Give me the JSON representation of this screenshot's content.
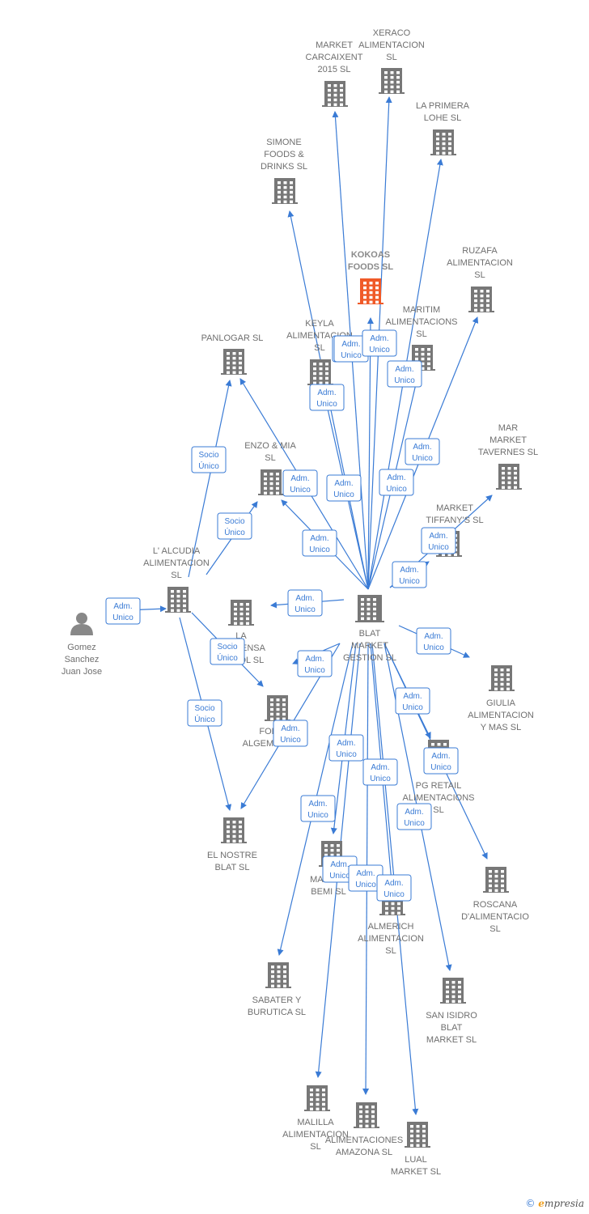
{
  "colors": {
    "edge": "#3a7bd5",
    "building": "#777777",
    "focus": "#f05a28",
    "person": "#888888"
  },
  "nodes": [
    {
      "id": "center",
      "label": [
        "BLAT",
        "MARKET",
        "GESTION  SL"
      ],
      "kind": "building"
    },
    {
      "id": "kokoas",
      "label": [
        "KOKOAS",
        "FOODS  SL"
      ],
      "kind": "focus"
    },
    {
      "id": "xeraco",
      "label": [
        "XERACO",
        "ALIMENTACION",
        "SL"
      ],
      "kind": "building"
    },
    {
      "id": "market_carcaixent",
      "label": [
        "MARKET",
        "CARCAIXENT",
        "2015  SL"
      ],
      "kind": "building"
    },
    {
      "id": "primera_lohe",
      "label": [
        "LA PRIMERA",
        "LOHE  SL"
      ],
      "kind": "building"
    },
    {
      "id": "simone",
      "label": [
        "SIMONE",
        "FOODS &",
        "DRINKS  SL"
      ],
      "kind": "building"
    },
    {
      "id": "ruzafa",
      "label": [
        "RUZAFA",
        "ALIMENTACION",
        "SL"
      ],
      "kind": "building"
    },
    {
      "id": "maritim",
      "label": [
        "MARITIM",
        "ALIMENTACIONS",
        "SL"
      ],
      "kind": "building"
    },
    {
      "id": "keyla",
      "label": [
        "KEYLA",
        "ALIMENTACION",
        "SL"
      ],
      "kind": "building"
    },
    {
      "id": "panlogar",
      "label": [
        "PANLOGAR  SL"
      ],
      "kind": "building"
    },
    {
      "id": "enzo",
      "label": [
        "ENZO & MIA",
        "SL"
      ],
      "kind": "building"
    },
    {
      "id": "mar_market",
      "label": [
        "MAR",
        "MARKET",
        "TAVERNES  SL"
      ],
      "kind": "building"
    },
    {
      "id": "tiffany",
      "label": [
        "MARKET",
        "TIFFANY'S  SL"
      ],
      "kind": "building"
    },
    {
      "id": "alcudia",
      "label": [
        "L' ALCUDIA",
        "ALIMENTACION",
        "SL"
      ],
      "kind": "building"
    },
    {
      "id": "gomez",
      "label": [
        "Gomez",
        "Sanchez",
        "Juan Jose"
      ],
      "kind": "person"
    },
    {
      "id": "despensa",
      "label": [
        "LA",
        "DESPENSA",
        "DE SOL  SL"
      ],
      "kind": "building"
    },
    {
      "id": "giulia",
      "label": [
        "GIULIA",
        "ALIMENTACION",
        "Y MAS  SL"
      ],
      "kind": "building"
    },
    {
      "id": "fornalgemesi",
      "label": [
        "FORN",
        "ALGEMESI  SL"
      ],
      "kind": "building"
    },
    {
      "id": "pg_retail",
      "label": [
        "PG RETAIL",
        "ALIMENTACIONS",
        "SL"
      ],
      "kind": "building"
    },
    {
      "id": "nostre_blat",
      "label": [
        "EL NOSTRE",
        "BLAT  SL"
      ],
      "kind": "building"
    },
    {
      "id": "market_bemi",
      "label": [
        "MARKET",
        "BEMI  SL"
      ],
      "kind": "building"
    },
    {
      "id": "roscana",
      "label": [
        "ROSCANA",
        "D'ALIMENTACIO",
        "SL"
      ],
      "kind": "building"
    },
    {
      "id": "almerich",
      "label": [
        "ALMERICH",
        "ALIMENTACION",
        "SL"
      ],
      "kind": "building"
    },
    {
      "id": "sabater",
      "label": [
        "SABATER Y",
        "BURUTICA  SL"
      ],
      "kind": "building"
    },
    {
      "id": "san_isidro",
      "label": [
        "SAN ISIDRO",
        "BLAT",
        "MARKET  SL"
      ],
      "kind": "building"
    },
    {
      "id": "malilla",
      "label": [
        "MALILLA",
        "ALIMENTACION",
        "SL"
      ],
      "kind": "building"
    },
    {
      "id": "amazona",
      "label": [
        "ALIMENTACIONES",
        "AMAZONA  SL"
      ],
      "kind": "building"
    },
    {
      "id": "lual",
      "label": [
        "LUAL",
        "MARKET  SL"
      ],
      "kind": "building"
    }
  ],
  "edges": [
    {
      "from": "center",
      "to": "market_carcaixent",
      "label": [
        "Adm.",
        "Unico"
      ]
    },
    {
      "from": "center",
      "to": "xeraco",
      "label": [
        "Adm.",
        "Unico"
      ]
    },
    {
      "from": "center",
      "to": "primera_lohe",
      "label": [
        "Adm.",
        "Unico"
      ]
    },
    {
      "from": "center",
      "to": "simone",
      "label": [
        "Adm.",
        "Unico"
      ]
    },
    {
      "from": "center",
      "to": "kokoas",
      "label": [
        "Adm.",
        "Unico"
      ]
    },
    {
      "from": "center",
      "to": "ruzafa",
      "label": [
        "Adm.",
        "Unico"
      ]
    },
    {
      "from": "center",
      "to": "maritim",
      "label": [
        "Adm.",
        "Unico"
      ]
    },
    {
      "from": "center",
      "to": "keyla",
      "label": [
        "Adm.",
        "Unico"
      ]
    },
    {
      "from": "center",
      "to": "panlogar",
      "label": [
        "Adm.",
        "Unico"
      ]
    },
    {
      "from": "center",
      "to": "enzo",
      "label": [
        "Adm.",
        "Unico"
      ]
    },
    {
      "from": "center",
      "to": "mar_market",
      "label": [
        "Adm.",
        "Unico"
      ]
    },
    {
      "from": "center",
      "to": "tiffany",
      "label": [
        "Adm.",
        "Unico"
      ]
    },
    {
      "from": "center",
      "to": "despensa",
      "label": [
        "Adm.",
        "Unico"
      ]
    },
    {
      "from": "center",
      "to": "giulia",
      "label": [
        "Adm.",
        "Unico"
      ]
    },
    {
      "from": "center",
      "to": "fornalgemesi",
      "label": [
        "Adm.",
        "Unico"
      ]
    },
    {
      "from": "center",
      "to": "nostre_blat",
      "label": [
        "Adm.",
        "Unico"
      ]
    },
    {
      "from": "center",
      "to": "pg_retail",
      "label": [
        "Adm.",
        "Unico"
      ]
    },
    {
      "from": "center",
      "to": "roscana",
      "label": [
        "Adm.",
        "Unico"
      ]
    },
    {
      "from": "center",
      "to": "market_bemi",
      "label": [
        "Adm.",
        "Unico"
      ]
    },
    {
      "from": "center",
      "to": "almerich",
      "label": [
        "Adm.",
        "Unico"
      ]
    },
    {
      "from": "center",
      "to": "sabater",
      "label": [
        "Adm.",
        "Unico"
      ]
    },
    {
      "from": "center",
      "to": "san_isidro",
      "label": [
        "Adm.",
        "Unico"
      ]
    },
    {
      "from": "center",
      "to": "malilla",
      "label": [
        "Adm.",
        "Unico"
      ]
    },
    {
      "from": "center",
      "to": "amazona",
      "label": [
        "Adm.",
        "Unico"
      ]
    },
    {
      "from": "center",
      "to": "lual",
      "label": [
        "Adm.",
        "Unico"
      ]
    },
    {
      "from": "gomez",
      "to": "alcudia",
      "label": [
        "Adm.",
        "Unico"
      ]
    },
    {
      "from": "alcudia",
      "to": "panlogar",
      "label": [
        "Socio",
        "Único"
      ]
    },
    {
      "from": "alcudia",
      "to": "enzo",
      "label": [
        "Socio",
        "Único"
      ]
    },
    {
      "from": "alcudia",
      "to": "fornalgemesi",
      "label": [
        "Socio",
        "Único"
      ]
    },
    {
      "from": "alcudia",
      "to": "nostre_blat",
      "label": [
        "Socio",
        "Único"
      ]
    }
  ],
  "footer": {
    "copyright": "©",
    "brand_e": "e",
    "brand_rest": "mpresia"
  }
}
